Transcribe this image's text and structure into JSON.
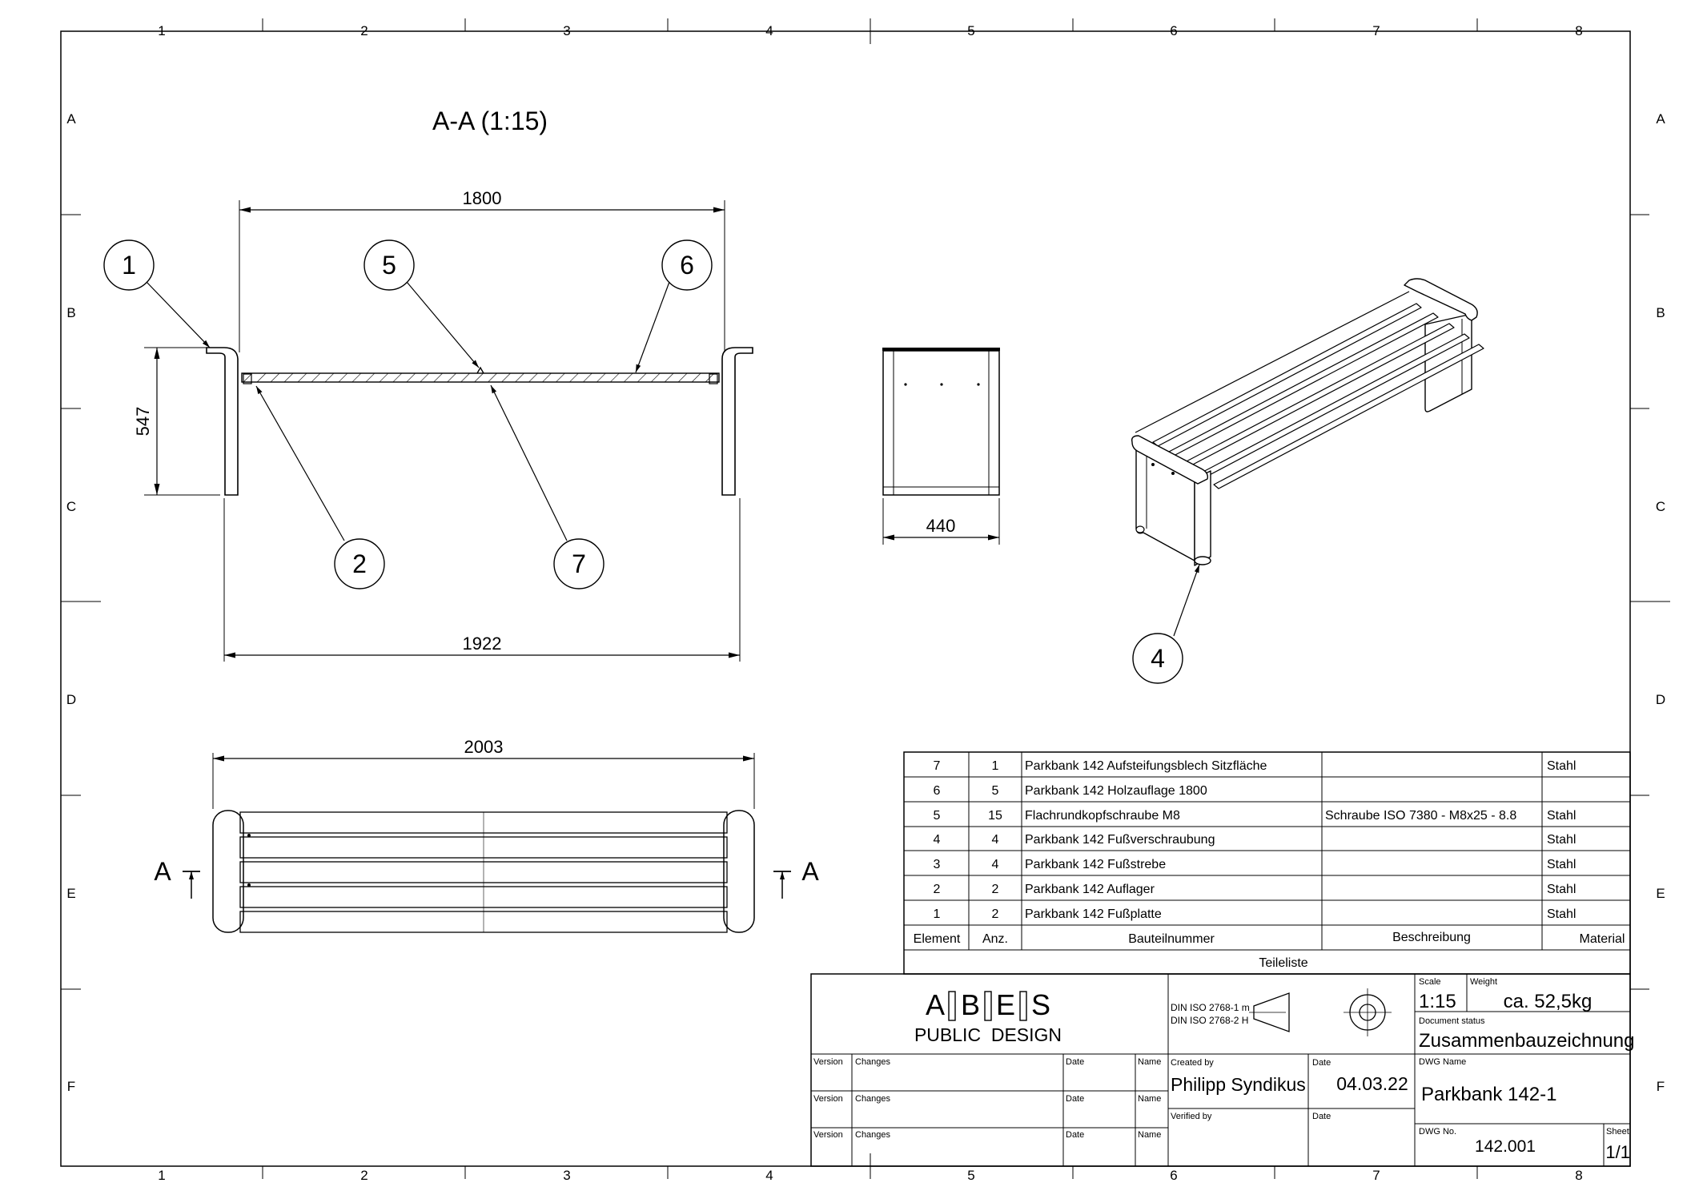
{
  "grid": {
    "columns": [
      "1",
      "2",
      "3",
      "4",
      "5",
      "6",
      "7",
      "8"
    ],
    "rows": [
      "A",
      "B",
      "C",
      "D",
      "E",
      "F"
    ]
  },
  "section_view": {
    "title": "A-A (1:15)",
    "dim_top": "1800",
    "dim_height": "547",
    "dim_bottom": "1922",
    "balloons": [
      "1",
      "5",
      "6",
      "2",
      "7"
    ]
  },
  "side_view": {
    "dim_width": "440"
  },
  "top_view": {
    "dim_width": "2003",
    "section_marker": "A"
  },
  "iso_view": {
    "balloon": "4"
  },
  "parts_list": {
    "rows": [
      {
        "element": "7",
        "qty": "1",
        "part": "Parkbank 142 Aufsteifungsblech Sitzfläche",
        "description": "",
        "material": "Stahl"
      },
      {
        "element": "6",
        "qty": "5",
        "part": "Parkbank 142 Holzauflage 1800",
        "description": "",
        "material": ""
      },
      {
        "element": "5",
        "qty": "15",
        "part": "Flachrundkopfschraube M8",
        "description": "Schraube ISO 7380 - M8x25 - 8.8",
        "material": "Stahl"
      },
      {
        "element": "4",
        "qty": "4",
        "part": "Parkbank 142 Fußverschraubung",
        "description": "",
        "material": "Stahl"
      },
      {
        "element": "3",
        "qty": "4",
        "part": "Parkbank 142 Fußstrebe",
        "description": "",
        "material": "Stahl"
      },
      {
        "element": "2",
        "qty": "2",
        "part": "Parkbank 142 Auflager",
        "description": "",
        "material": "Stahl"
      },
      {
        "element": "1",
        "qty": "2",
        "part": "Parkbank 142 Fußplatte",
        "description": "",
        "material": "Stahl"
      }
    ],
    "headers": {
      "element": "Element",
      "qty": "Anz.",
      "part": "Bauteilnummer",
      "description": "Beschreibung",
      "material": "Material"
    },
    "caption": "Teileliste"
  },
  "title_block": {
    "logo_letters": [
      "A",
      "B",
      "E",
      "S"
    ],
    "logo_subtitle": "PUBLIC  DESIGN",
    "standard_1": "DIN ISO 2768-1 m",
    "standard_2": "DIN ISO 2768-2 H",
    "scale_label": "Scale",
    "scale_value": "1:15",
    "weight_label": "Weight",
    "weight_value": "ca. 52,5kg",
    "status_label": "Document status",
    "status_value": "Zusammenbauzeichnung",
    "created_label": "Created by",
    "created_value": "Philipp Syndikus",
    "date_label": "Date",
    "date_value": "04.03.22",
    "verified_label": "Verified by",
    "verified_date_label": "Date",
    "dwg_name_label": "DWG Name",
    "dwg_name_value": "Parkbank 142-1",
    "dwg_no_label": "DWG No.",
    "dwg_no_value": "142.001",
    "sheet_label": "Sheet",
    "sheet_value": "1/1",
    "revision_headers": {
      "version": "Version",
      "changes": "Changes",
      "date": "Date",
      "name": "Name"
    }
  }
}
